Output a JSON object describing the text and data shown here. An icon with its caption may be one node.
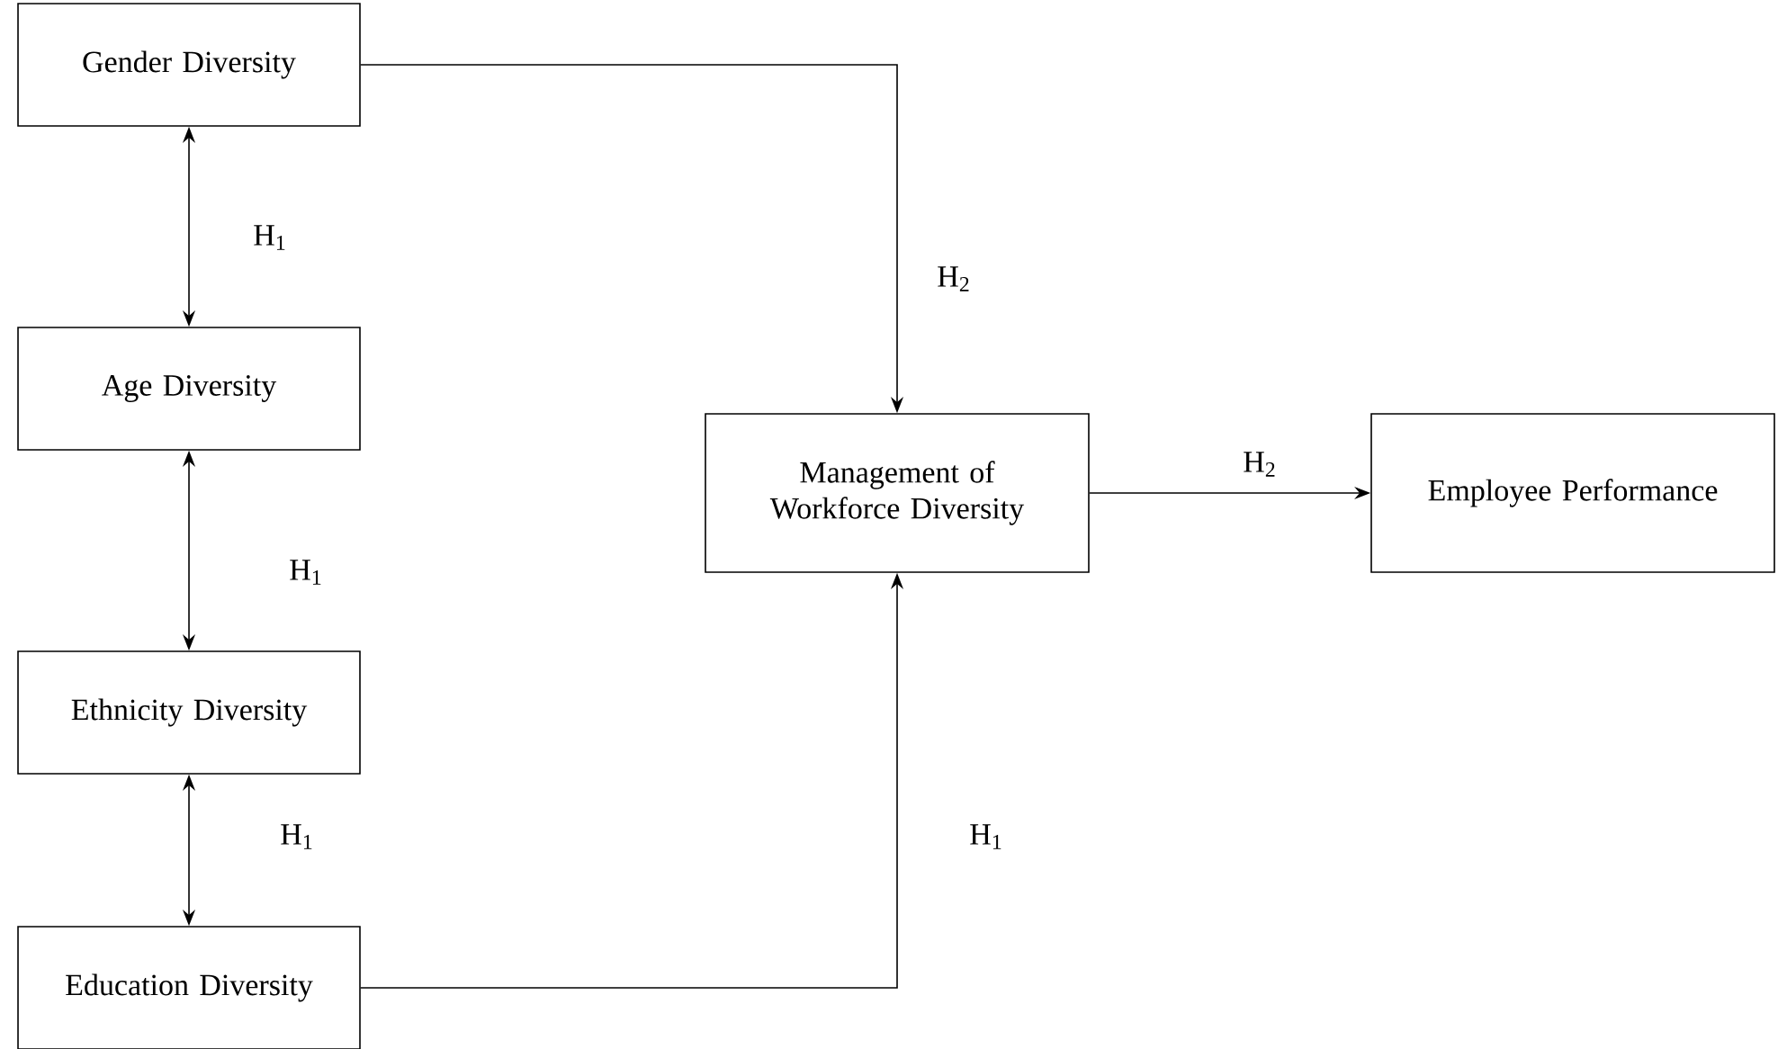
{
  "diagram": {
    "nodes": [
      {
        "text": [
          "Gender Diversity"
        ]
      },
      {
        "text": [
          "Age Diversity"
        ]
      },
      {
        "text": [
          "Ethnicity Diversity"
        ]
      },
      {
        "text": [
          "Education Diversity"
        ]
      },
      {
        "text": [
          "Management of Workforce Diversity"
        ]
      },
      {
        "text": [
          "Employee Performance"
        ]
      }
    ],
    "edges": [
      {
        "from": 0,
        "to": 1,
        "arrow": "both",
        "label": "H$_{1}$"
      },
      {
        "from": 1,
        "to": 2,
        "arrow": "both",
        "label": "H$_{1}$"
      },
      {
        "from": 2,
        "to": 3,
        "arrow": "both",
        "label": "H$_{1}$"
      },
      {
        "from": 0,
        "to": 4,
        "arrow": "to",
        "label": "H$_{2}$"
      },
      {
        "from": 4,
        "to": 5,
        "arrow": "to",
        "label": "H$_{2}$"
      },
      {
        "from": 3,
        "to": 4,
        "arrow": "to",
        "label": "H$_{1}$"
      }
    ]
  }
}
